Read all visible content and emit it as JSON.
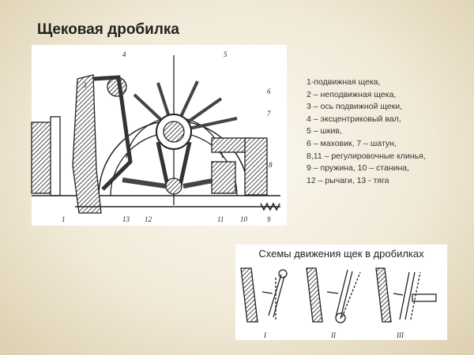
{
  "slide": {
    "title": "Щековая дробилка"
  },
  "legend": {
    "items": [
      "1-подвижная щека,",
      "2 – неподвижная щека,",
      "3 – ось подвижной щеки,",
      "4 – эксцентриковый вал,",
      "5 – шкив,",
      "6 – маховик, 7 – шатун,",
      "8,11 – регулировочные клинья,",
      "9 – пружина, 10 – станина,",
      "12 – рычаги, 13 - тяга"
    ]
  },
  "drawing": {
    "labels": [
      "4",
      "5",
      "3",
      "6",
      "7",
      "8",
      "1",
      "13",
      "12",
      "11",
      "10",
      "9"
    ]
  },
  "schemes": {
    "title": "Схемы движения щек в дробилках",
    "labels": [
      "I",
      "II",
      "III"
    ]
  }
}
